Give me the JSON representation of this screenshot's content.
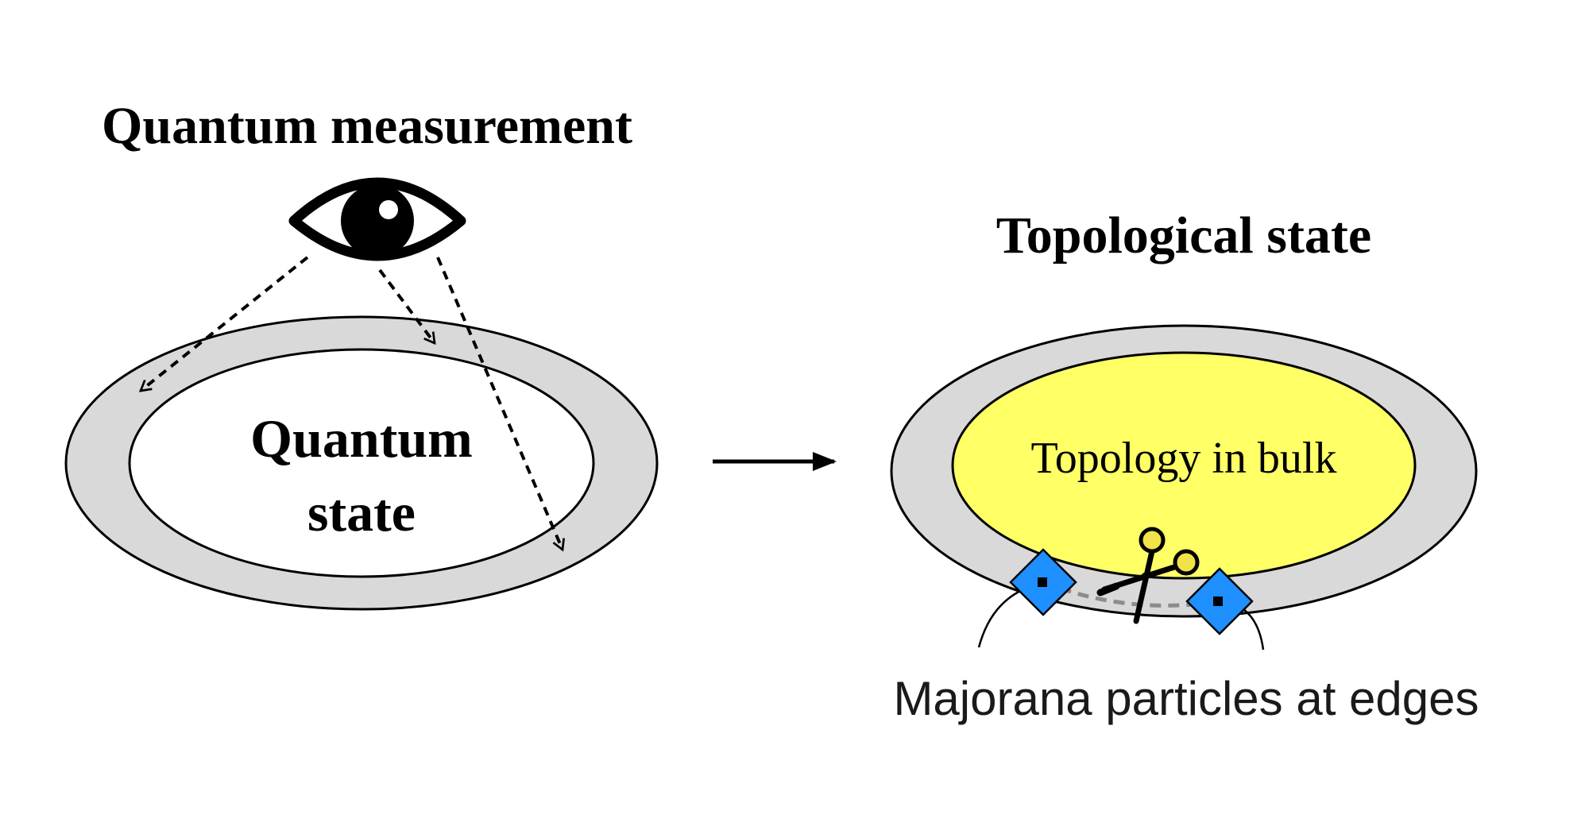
{
  "left_panel": {
    "title": "Quantum measurement",
    "center_label_line1": "Quantum",
    "center_label_line2": "state"
  },
  "right_panel": {
    "title": "Topological state",
    "bulk_label": "Topology in bulk",
    "edge_caption": "Majorana particles at edges"
  },
  "colors": {
    "ring_fill": "#d9d9d9",
    "bulk_fill": "#ffff66",
    "majorana_fill": "#1e90ff",
    "stroke": "#000000",
    "scissor_handle": "#f2e24a"
  },
  "icons": {
    "observer": "eye-icon",
    "cut": "scissors-icon",
    "transition": "right-arrow"
  }
}
